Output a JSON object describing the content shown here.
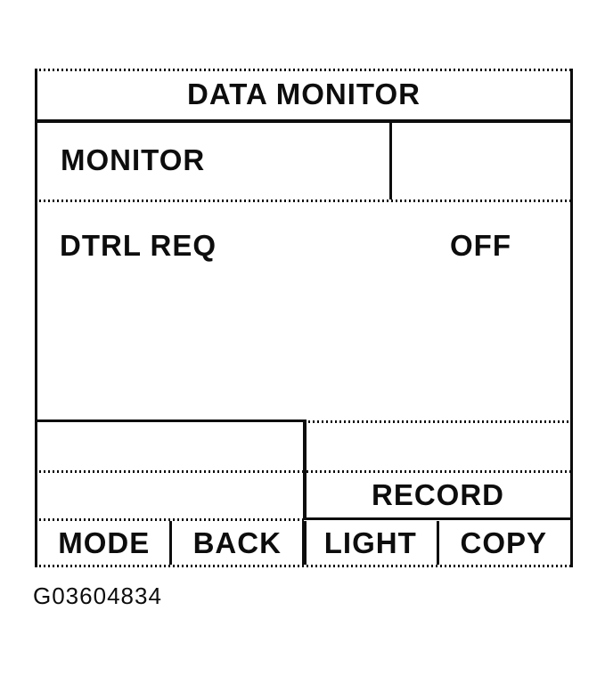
{
  "colors": {
    "ink": "#0d0d0d",
    "background": "#ffffff"
  },
  "screen": {
    "title": "DATA MONITOR",
    "header": {
      "label": "MONITOR"
    },
    "monitor_items": [
      {
        "name": "DTRL REQ",
        "value": "OFF"
      }
    ],
    "record_label": "RECORD",
    "function_keys": [
      {
        "label": "MODE"
      },
      {
        "label": "BACK"
      },
      {
        "label": "LIGHT"
      },
      {
        "label": "COPY"
      }
    ]
  },
  "caption": "G03604834"
}
